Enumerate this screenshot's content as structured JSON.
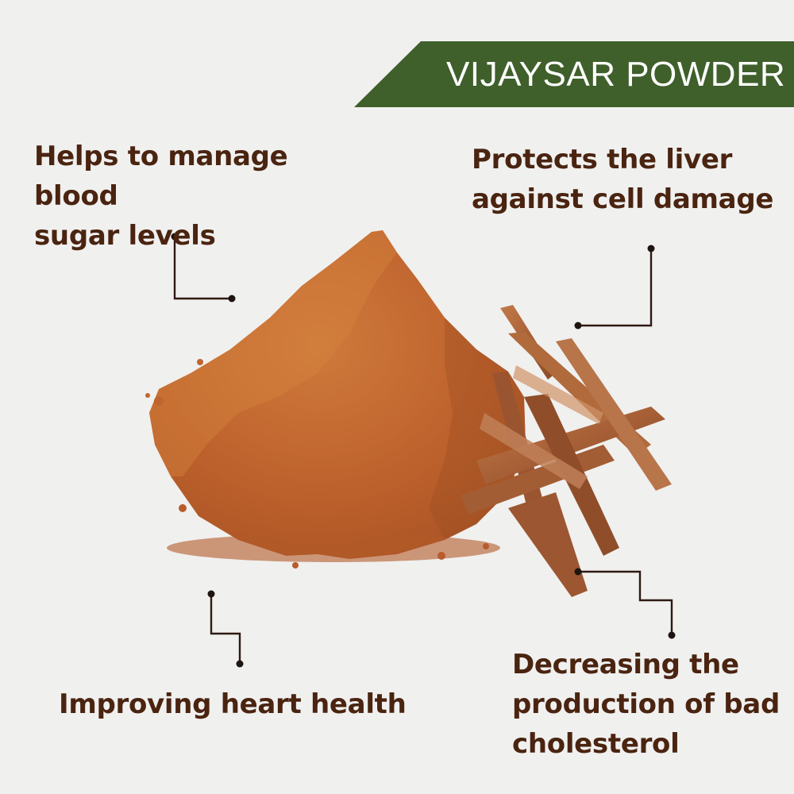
{
  "banner": {
    "title": "VIJAYSAR POWDER",
    "color": "#3f5f2b"
  },
  "benefits": [
    {
      "text": "Helps to manage blood\nsugar levels"
    },
    {
      "text": "Protects the liver\nagainst cell damage"
    },
    {
      "text": "Improving heart health"
    },
    {
      "text": "Decreasing the\nproduction of bad\ncholesterol"
    }
  ],
  "colors": {
    "background": "#f0f0ef",
    "text": "#4a2410",
    "powder": "#c0652f",
    "wood": "#a8643a"
  },
  "images": [
    "vijaysar-powder-pile",
    "vijaysar-wood-chips"
  ]
}
